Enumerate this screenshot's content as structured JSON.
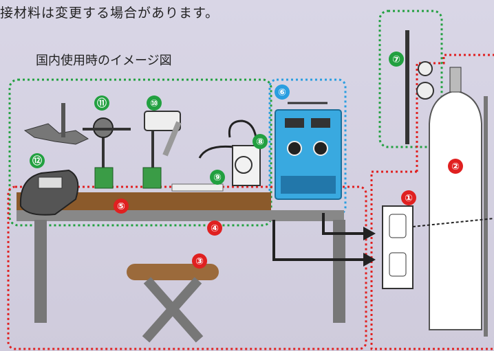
{
  "captions": {
    "top": "接材料は変更する場合があります。",
    "sub": "国内使用時のイメージ図"
  },
  "markers": [
    {
      "id": "1",
      "label": "①",
      "color": "#e02020"
    },
    {
      "id": "2",
      "label": "②",
      "color": "#e02020"
    },
    {
      "id": "3",
      "label": "③",
      "color": "#e02020"
    },
    {
      "id": "4",
      "label": "④",
      "color": "#e02020"
    },
    {
      "id": "5",
      "label": "⑤",
      "color": "#e02020"
    },
    {
      "id": "6",
      "label": "⑥",
      "color": "#2a9ee0"
    },
    {
      "id": "7",
      "label": "⑦",
      "color": "#22a040"
    },
    {
      "id": "8",
      "label": "⑧",
      "color": "#22a040"
    },
    {
      "id": "9",
      "label": "⑨",
      "color": "#22a040"
    },
    {
      "id": "10",
      "label": "⑩",
      "color": "#22a040"
    },
    {
      "id": "11",
      "label": "⑪",
      "color": "#22a040"
    },
    {
      "id": "12",
      "label": "⑫",
      "color": "#22a040"
    }
  ],
  "colors": {
    "red_outline": "#e02020",
    "green_outline": "#22a040",
    "blue_outline": "#2a9ee0",
    "table_top": "#8b5a2b",
    "frame": "#777777",
    "power_unit": "#39a9e0"
  }
}
